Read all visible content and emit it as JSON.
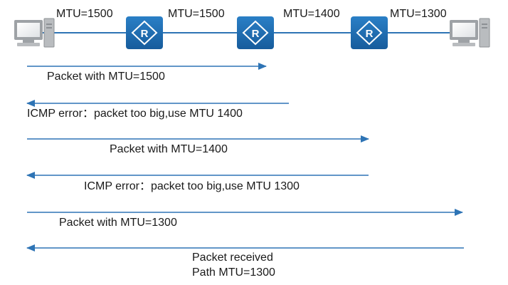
{
  "colors": {
    "link": "#2e74b5",
    "router_fill": "#1f6fb5",
    "arrow": "#2e74b5",
    "pc_body": "#b9bcbf"
  },
  "topology": {
    "links": [
      {
        "mtu_label": "MTU=1500"
      },
      {
        "mtu_label": "MTU=1500"
      },
      {
        "mtu_label": "MTU=1400"
      },
      {
        "mtu_label": "MTU=1300"
      }
    ],
    "routers": [
      {
        "icon": "router-icon",
        "glyph": "R"
      },
      {
        "icon": "router-icon",
        "glyph": "R"
      },
      {
        "icon": "router-icon",
        "glyph": "R"
      }
    ],
    "hosts": [
      {
        "icon": "computer-icon"
      },
      {
        "icon": "computer-icon"
      }
    ]
  },
  "messages": [
    {
      "direction": "right",
      "label": "Packet with MTU=1500"
    },
    {
      "direction": "left",
      "label": "ICMP error：packet too big,use MTU 1400"
    },
    {
      "direction": "right",
      "label": "Packet with MTU=1400"
    },
    {
      "direction": "left",
      "label": "ICMP error：packet too big,use MTU 1300"
    },
    {
      "direction": "right",
      "label": "Packet with MTU=1300"
    },
    {
      "direction": "left",
      "label_line1": "Packet received",
      "label_line2": "Path MTU=1300"
    }
  ]
}
